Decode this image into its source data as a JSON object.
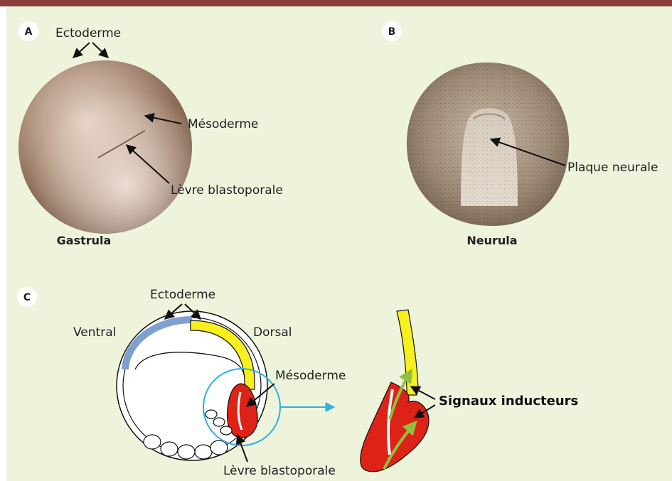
{
  "panels": {
    "a": {
      "badge": "A",
      "caption": "Gastrula"
    },
    "b": {
      "badge": "B",
      "caption": "Neurula"
    },
    "c": {
      "badge": "C"
    }
  },
  "labels": {
    "a_ectoderme": "Ectoderme",
    "a_mesoderme": "Mésoderme",
    "a_levre": "Lèvre blastoporale",
    "b_plaque": "Plaque neurale",
    "c_ectoderme": "Ectoderme",
    "c_ventral": "Ventral",
    "c_dorsal": "Dorsal",
    "c_mesoderme": "Mésoderme",
    "c_levre": "Lèvre blastoporale",
    "c_signaux": "Signaux inducteurs"
  },
  "colors": {
    "top_rule": "#8c3f3a",
    "background": "#eef3dc",
    "ectoderm_ventral": "#7f9fd0",
    "ectoderm_dorsal": "#f7ef1e",
    "mesoderm": "#dd2318",
    "signal_arrow": "#8fc23c",
    "zoom_circle": "#2fb0e0"
  }
}
